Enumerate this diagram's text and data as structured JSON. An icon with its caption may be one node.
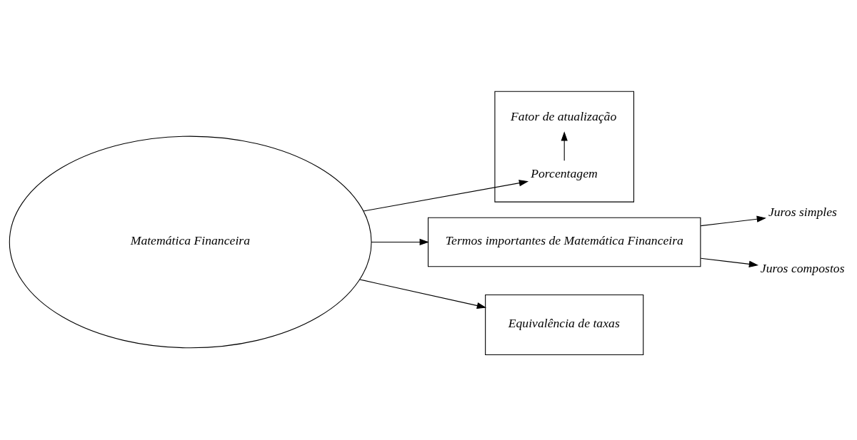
{
  "diagram": {
    "nodes": [
      {
        "text": [
          "Matemática Financeira"
        ]
      },
      {
        "text": [],
        "shape": "box"
      },
      {
        "text": [
          "Porcentagem"
        ],
        "in": 1
      },
      {
        "text": [
          "Fator de atualização"
        ],
        "in": 1
      },
      {
        "text": [
          "Termos importantes de Matemática Financeira"
        ]
      },
      {
        "text": [
          "Juros simples"
        ]
      },
      {
        "text": [
          "Juros compostos"
        ]
      },
      {
        "text": [
          "Equivalência de taxas"
        ]
      }
    ],
    "edges": [
      {
        "from": 0,
        "to": 2,
        "arrow": "to"
      },
      {
        "from": 2,
        "to": 3,
        "arrow": "to"
      },
      {
        "from": 0,
        "to": 4,
        "arrow": "to"
      },
      {
        "from": 4,
        "to": 5,
        "arrow": "to"
      },
      {
        "from": 4,
        "to": 6,
        "arrow": "to"
      },
      {
        "from": 0,
        "to": 7,
        "arrow": "to"
      }
    ]
  }
}
